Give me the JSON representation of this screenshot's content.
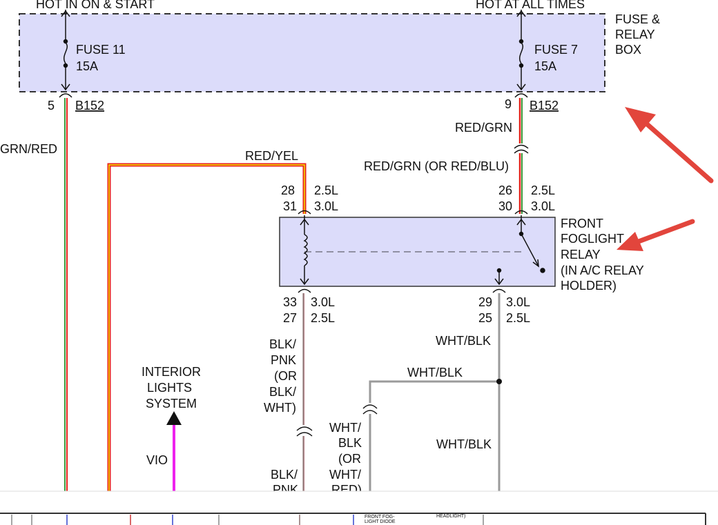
{
  "colors": {
    "box_fill": "#dcdcfa",
    "wire_red": "#e8231c",
    "wire_yellow": "#f2e600",
    "wire_green": "#3a9a3a",
    "wire_vio": "#ee22ee",
    "wire_grey": "#9a9a9a",
    "wire_brown": "#8a6d6d",
    "annotation_arrow": "#e2453c"
  },
  "headers": {
    "left_power": "HOT IN ON & START",
    "right_power": "HOT AT ALL TIMES"
  },
  "fuse_box": {
    "label_lines": [
      "FUSE &",
      "RELAY",
      "BOX"
    ],
    "fuse_left": {
      "name": "FUSE 11",
      "rating": "15A",
      "pin": "5",
      "connector": "B152"
    },
    "fuse_right": {
      "name": "FUSE 7",
      "rating": "15A",
      "pin": "9",
      "connector": "B152"
    }
  },
  "relay": {
    "label_lines": [
      "FRONT",
      "FOGLIGHT",
      "RELAY",
      "(IN A/C RELAY",
      "HOLDER)"
    ],
    "pins": {
      "top_left": [
        "28",
        "31"
      ],
      "top_left_engine": [
        "2.5L",
        "3.0L"
      ],
      "top_right": [
        "26",
        "30"
      ],
      "top_right_engine": [
        "2.5L",
        "3.0L"
      ],
      "bottom_left": [
        "33",
        "27"
      ],
      "bottom_left_engine": [
        "3.0L",
        "2.5L"
      ],
      "bottom_right": [
        "29",
        "25"
      ],
      "bottom_right_engine": [
        "3.0L",
        "2.5L"
      ]
    }
  },
  "wires": {
    "grn_red": "GRN/RED",
    "red_yel": "RED/YEL",
    "red_grn": "RED/GRN",
    "red_grn_alt": "RED/GRN (OR RED/BLU)",
    "blk_pnk_lines": [
      "BLK/",
      "PNK",
      "(OR",
      "BLK/",
      "WHT)"
    ],
    "blk_pnk_bottom_lines": [
      "BLK/",
      "PNK"
    ],
    "wht_blk_relay": "WHT/BLK",
    "wht_blk_branch": "WHT/BLK",
    "wht_blk_lower": "WHT/BLK",
    "wht_blk_alt_lines": [
      "WHT/",
      "BLK",
      "(OR",
      "WHT/",
      "RED)"
    ],
    "vio": "VIO"
  },
  "interior_lights": {
    "label_lines": [
      "INTERIOR",
      "LIGHTS",
      "SYSTEM"
    ]
  },
  "bottom_strip": {
    "text_a": "FRONT FOG-",
    "text_b": "LIGHT DIODE",
    "text_c": "HEADLIGHT)"
  }
}
